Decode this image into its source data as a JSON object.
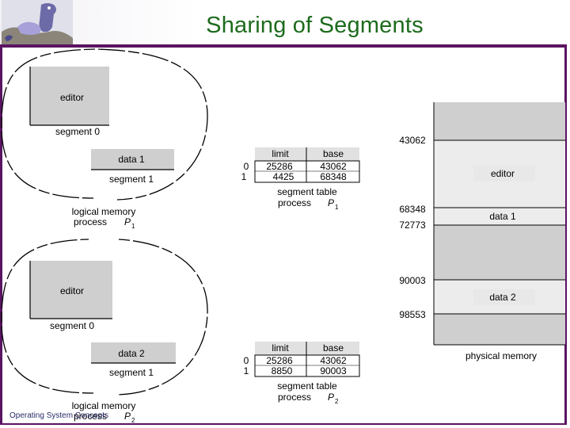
{
  "slide": {
    "title": "Sharing of Segments",
    "footer": "Operating System Concepts"
  },
  "diagram": {
    "p1": {
      "editor": "editor",
      "segment0": "segment 0",
      "data": "data 1",
      "segment1": "segment 1",
      "caption_line1": "logical memory",
      "caption_line2": "process",
      "caption_var": "P",
      "caption_sub": "1",
      "table": {
        "header_limit": "limit",
        "header_base": "base",
        "rows": [
          {
            "index": "0",
            "limit": "25286",
            "base": "43062"
          },
          {
            "index": "1",
            "limit": "4425",
            "base": "68348"
          }
        ],
        "caption_line1": "segment table",
        "caption_line2": "process",
        "caption_var": "P",
        "caption_sub": "1"
      }
    },
    "p2": {
      "editor": "editor",
      "segment0": "segment 0",
      "data": "data 2",
      "segment1": "segment 1",
      "caption_line1": "logical memory",
      "caption_line2": "process",
      "caption_var": "P",
      "caption_sub": "2",
      "table": {
        "header_limit": "limit",
        "header_base": "base",
        "rows": [
          {
            "index": "0",
            "limit": "25286",
            "base": "43062"
          },
          {
            "index": "1",
            "limit": "8850",
            "base": "90003"
          }
        ],
        "caption_line1": "segment table",
        "caption_line2": "process",
        "caption_var": "P",
        "caption_sub": "2"
      }
    },
    "physical": {
      "addresses": [
        "43062",
        "68348",
        "72773",
        "90003",
        "98553"
      ],
      "editor": "editor",
      "data1": "data 1",
      "data2": "data 2",
      "caption": "physical memory"
    }
  }
}
